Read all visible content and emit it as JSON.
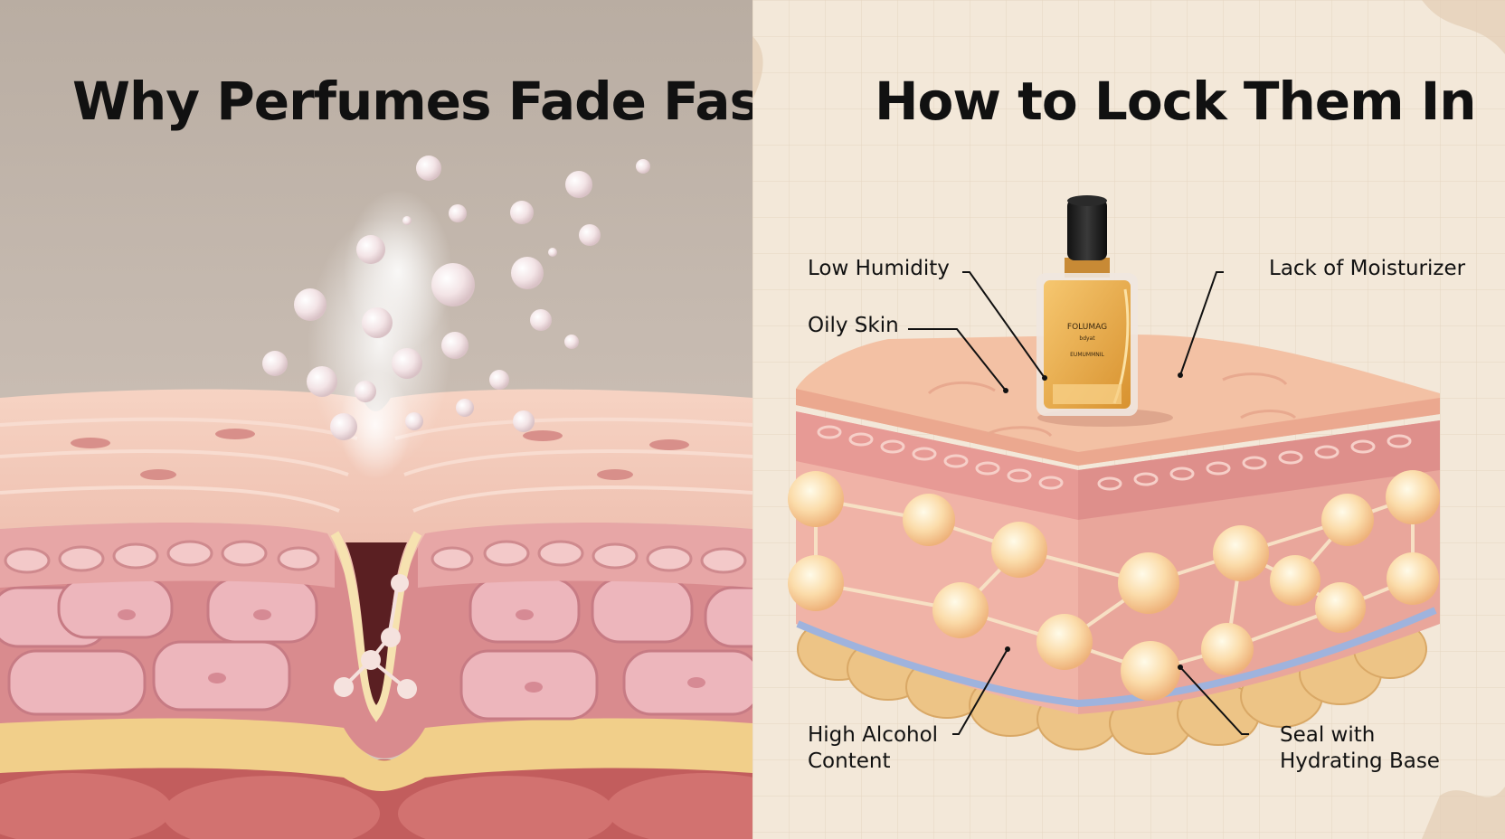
{
  "left_panel": {
    "title": "Why Perfumes Fade Fast"
  },
  "right_panel": {
    "title": "How to Lock Them In",
    "bottle_label_line1": "FOLUMAG",
    "bottle_label_line2": "bdyat",
    "bottle_label_line3": "EUMUMMNIL",
    "labels": {
      "low_humidity": "Low Humidity",
      "oily_skin": "Oily Skin",
      "lack_of_moisturizer": "Lack of Moisturizer",
      "high_alcohol_line1": "High Alcohol",
      "high_alcohol_line2": "Content",
      "seal_line1": "Seal with",
      "seal_line2": "Hydrating Base"
    }
  },
  "colors": {
    "skin_top": "#f2c1ac",
    "skin_mid": "#e89a98",
    "fat_layer": "#f3d58f",
    "bubble": "#fbe7c9",
    "vein": "#9fb3dd"
  }
}
